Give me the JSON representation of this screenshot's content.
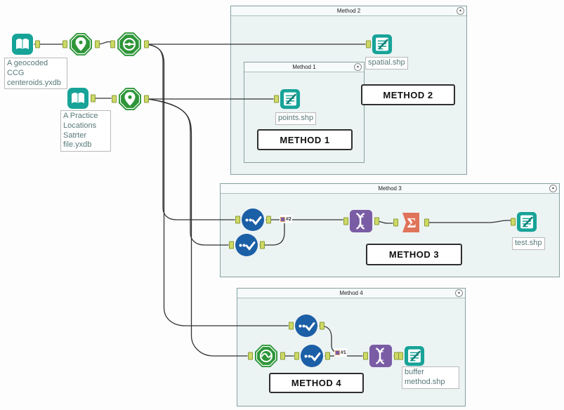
{
  "containers": {
    "method2": {
      "title": "Method 2"
    },
    "method1": {
      "title": "Method 1"
    },
    "method3": {
      "title": "Method 3"
    },
    "method4": {
      "title": "Method 4"
    }
  },
  "comments": {
    "method1": "METHOD 1",
    "method2": "METHOD 2",
    "method3": "METHOD 3",
    "method4": "METHOD 4"
  },
  "labels": {
    "input_ccg": "A geocoded CCG centeroids.yxdb",
    "input_practice": "A Practice Locations Satrter file.yxdb",
    "output_spatial": "spatial.shp",
    "output_points": "points.shp",
    "output_test": "test.shp",
    "output_buffer": "buffer method.shp"
  },
  "badges": {
    "join_method3": "#2",
    "join_method4": "#1"
  },
  "icons": {
    "collapse": "▲",
    "summarize_sigma": "Σ"
  },
  "colors": {
    "teal": "#17a398",
    "green": "#2e9639",
    "blue": "#1b5fa6",
    "purple": "#7a5ca5",
    "orange": "#e0745a",
    "container_bg": "#ecf3f3",
    "wire": "#333333",
    "anchor": "#cdd964"
  }
}
